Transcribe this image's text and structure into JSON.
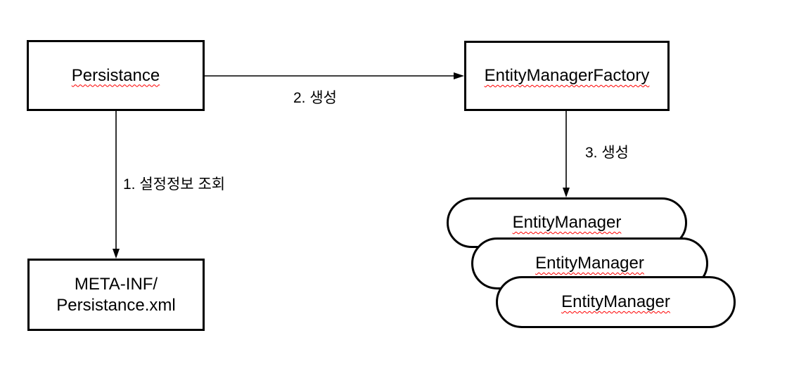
{
  "diagram": {
    "nodes": {
      "persistance": {
        "label": "Persistance"
      },
      "entity_manager_factory": {
        "label": "EntityManagerFactory"
      },
      "meta_inf": {
        "line1": "META-INF/",
        "line2": "Persistance.xml"
      },
      "entity_managers": [
        {
          "label": "EntityManager"
        },
        {
          "label": "EntityManager"
        },
        {
          "label": "EntityManager"
        }
      ]
    },
    "edge_labels": {
      "config_lookup": "1. 설정정보 조회",
      "create_factory": "2. 생성",
      "create_managers": "3. 생성"
    },
    "colors": {
      "shape_border": "#000000",
      "shape_fill": "#ffffff",
      "arrow": "#000000",
      "text": "#000000",
      "spellcheck_underline": "#ff0000"
    }
  }
}
